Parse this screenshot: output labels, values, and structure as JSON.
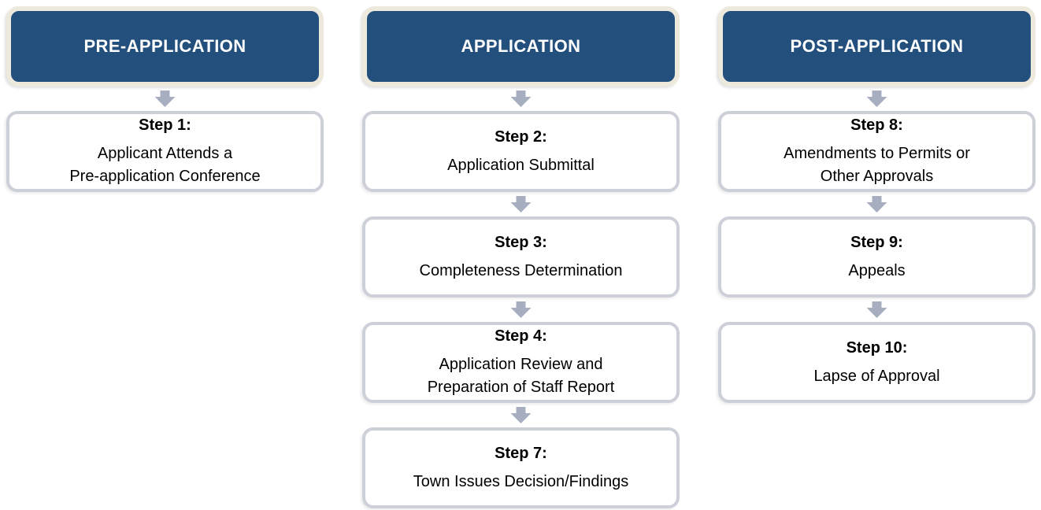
{
  "colors": {
    "phase_header_bg": "#234F7C",
    "phase_header_border": "#EDE9DC",
    "phase_header_text": "#FFFFFF",
    "step_box_bg": "#FFFFFF",
    "step_box_border": "#CDD0D8",
    "step_text": "#000000",
    "arrow": "#A7AEC0"
  },
  "columns": [
    {
      "header": "PRE-APPLICATION",
      "steps": [
        {
          "title": "Step 1:",
          "body": "Applicant Attends a\nPre-application Conference"
        }
      ]
    },
    {
      "header": "APPLICATION",
      "steps": [
        {
          "title": "Step 2:",
          "body": "Application Submittal"
        },
        {
          "title": "Step 3:",
          "body": "Completeness Determination"
        },
        {
          "title": "Step 4:",
          "body": "Application Review and\nPreparation of Staff Report"
        },
        {
          "title": "Step 7:",
          "body": "Town Issues Decision/Findings"
        }
      ]
    },
    {
      "header": "POST-APPLICATION",
      "steps": [
        {
          "title": "Step 8:",
          "body": "Amendments to Permits or\nOther Approvals"
        },
        {
          "title": "Step 9:",
          "body": "Appeals"
        },
        {
          "title": "Step 10:",
          "body": "Lapse of Approval"
        }
      ]
    }
  ]
}
